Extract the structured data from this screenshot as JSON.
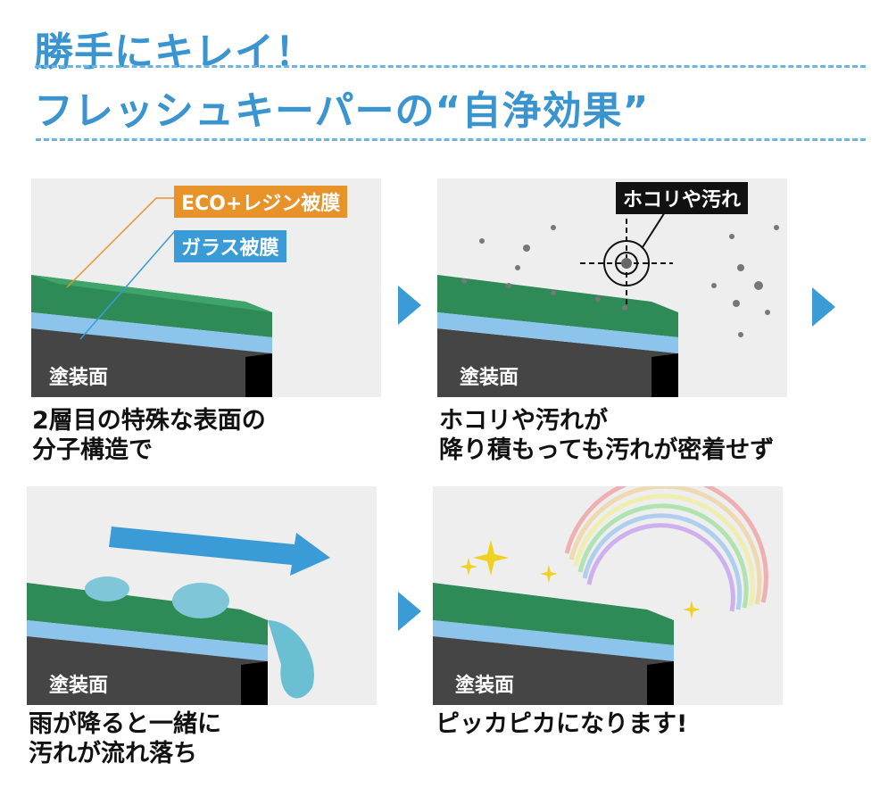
{
  "header": {
    "line1": "勝手にキレイ！",
    "line2": "フレッシュキーパーの“自浄効果”"
  },
  "colors": {
    "accent": "#3a94d0",
    "green": "#2e8b57",
    "glass": "#8cc4ec",
    "paint": "#454545",
    "orange": "#e8922a"
  },
  "panels": [
    {
      "labels": {
        "eco": "ECO+レジン被膜",
        "glass": "ガラス被膜",
        "paint": "塗装面"
      },
      "caption": [
        "2層目の特殊な表面の",
        "分子構造で"
      ]
    },
    {
      "labels": {
        "dirt": "ホコリや汚れ",
        "paint": "塗装面"
      },
      "caption": [
        "ホコリや汚れが",
        "降り積もっても汚れが密着せず"
      ]
    },
    {
      "labels": {
        "paint": "塗装面"
      },
      "caption": [
        "雨が降ると一緒に",
        "汚れが流れ落ち"
      ]
    },
    {
      "labels": {
        "paint": "塗装面"
      },
      "caption": [
        "ピッカピカになります!"
      ]
    }
  ]
}
